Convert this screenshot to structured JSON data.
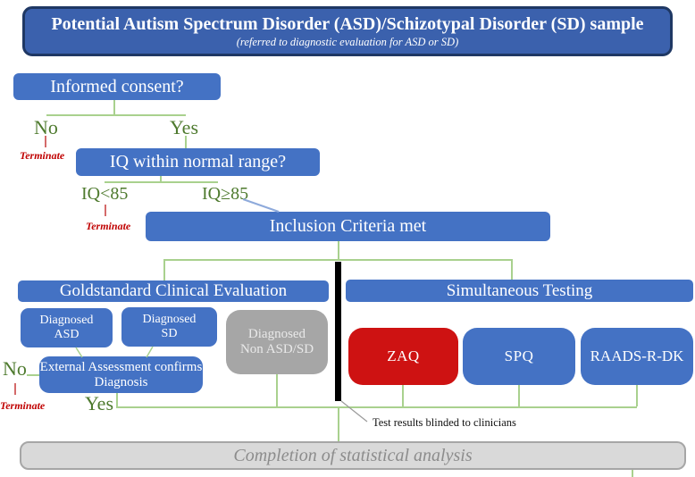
{
  "header": {
    "title": "Potential Autism Spectrum Disorder (ASD)/Schizotypal Disorder (SD) sample",
    "subtitle": "(referred to diagnostic evaluation for ASD or SD)"
  },
  "nodes": {
    "informed_consent": "Informed consent?",
    "iq_range": "IQ within normal range?",
    "inclusion": "Inclusion Criteria met",
    "goldstandard": "Goldstandard Clinical Evaluation",
    "simultaneous": "Simultaneous Testing",
    "diagnosed_asd": "Diagnosed\nASD",
    "diagnosed_sd": "Diagnosed\nSD",
    "diagnosed_non_asd_sd": "Diagnosed\nNon ASD/SD",
    "external_assessment": "External Assessment confirms\nDiagnosis",
    "zaq": "ZAQ",
    "spq": "SPQ",
    "raads": "RAADS-R-DK",
    "completion": "Completion of statistical analysis"
  },
  "labels": {
    "consent_no": "No",
    "consent_yes": "Yes",
    "terminate_consent": "Terminate",
    "iq_low": "IQ<85",
    "iq_high": "IQ≥85",
    "terminate_iq": "Terminate",
    "external_no": "No",
    "external_yes": "Yes",
    "terminate_external": "Terminate",
    "blinded_note": "Test results blinded to clinicians"
  },
  "colors": {
    "node_blue": "#4472C4",
    "header_blue": "#3B61AD",
    "header_border": "#1F3864",
    "zaq_red": "#CE1212",
    "gray_node": "#A6A6A6",
    "gray_bar_fill": "#D9D9D9",
    "line_green": "#A9D18E",
    "text_green": "#4E7A2E",
    "terminate_red": "#C00000",
    "connector_blue": "#8EAADB",
    "blind_bar_black": "#000000"
  }
}
